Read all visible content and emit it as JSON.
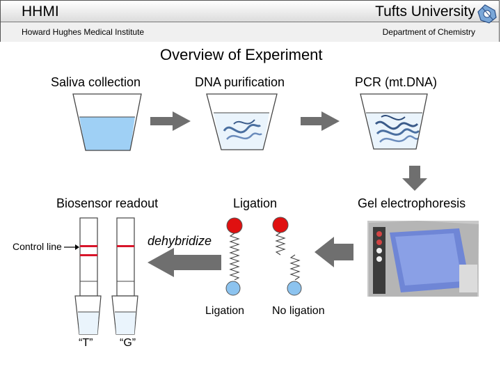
{
  "header": {
    "left_org": "HHMI",
    "left_sub": "Howard Hughes Medical Institute",
    "right_org": "Tufts University",
    "right_sub": "Department of Chemistry"
  },
  "slide": {
    "title": "Overview of  Experiment"
  },
  "steps": {
    "saliva": "Saliva collection",
    "dna": "DNA purification",
    "pcr": "PCR (mt.DNA)",
    "gel": "Gel electrophoresis",
    "ligation": "Ligation",
    "biosensor": "Biosensor readout"
  },
  "labels": {
    "control_line": "Control line",
    "dehybridize": "dehybridize",
    "ligation_yes": "Ligation",
    "ligation_no": "No ligation",
    "strip_t": "“T”",
    "strip_g": "“G”"
  },
  "colors": {
    "liquid": "#9fd0f5",
    "arrow": "#6f6f6f",
    "bead_red": "#e01010",
    "bead_blue": "#8cc3ef",
    "control": "#d8152a",
    "gel_blue": "#6f86d6"
  }
}
